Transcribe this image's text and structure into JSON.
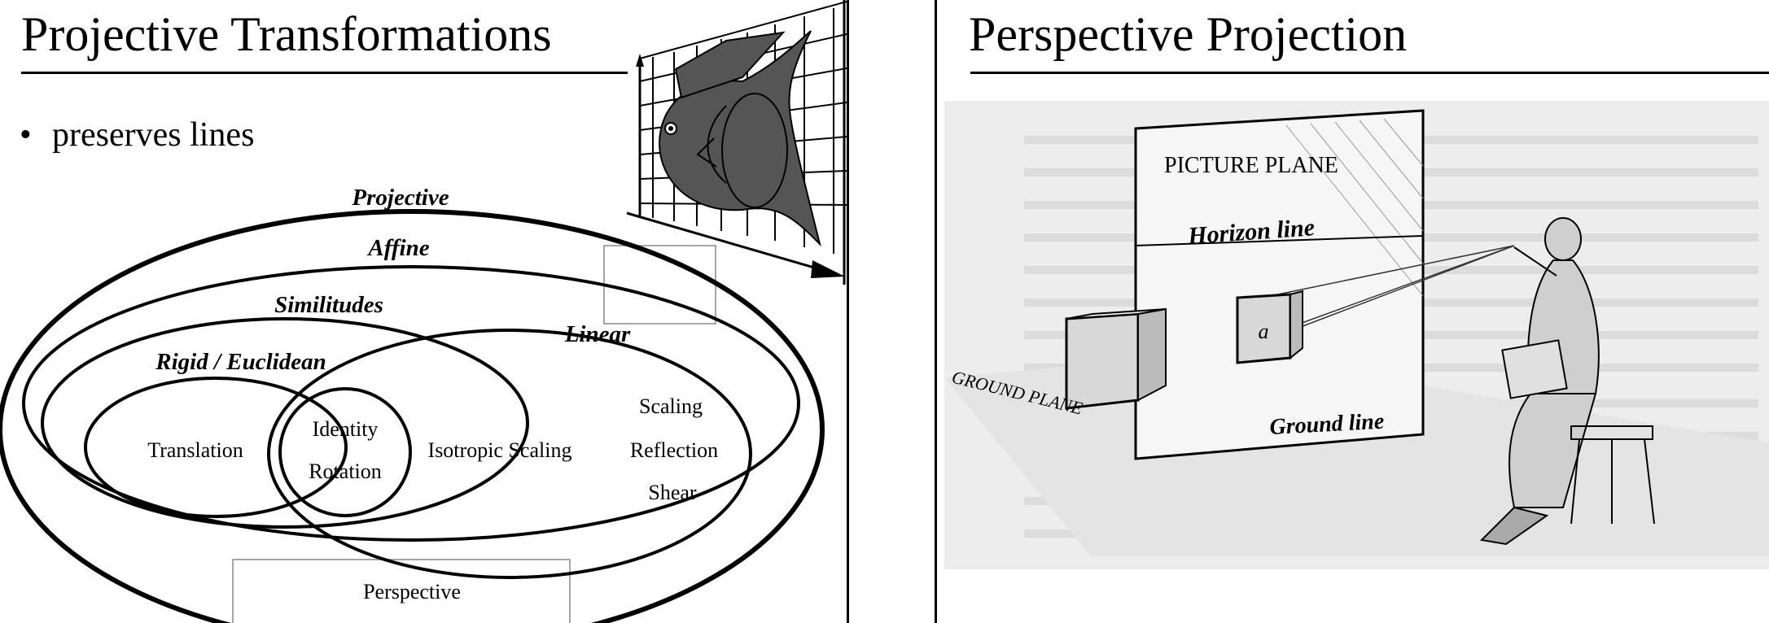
{
  "left_slide": {
    "title": "Projective Transformations",
    "bullet": "preserves lines",
    "bullet_marker": "•",
    "labels": {
      "projective": "Projective",
      "affine": "Affine",
      "similitudes": "Similitudes",
      "linear": "Linear",
      "rigid": "Rigid / Euclidean",
      "translation": "Translation",
      "identity": "Identity",
      "rotation": "Rotation",
      "isotropic_scaling": "Isotropic Scaling",
      "scaling": "Scaling",
      "reflection": "Reflection",
      "shear": "Shear",
      "perspective": "Perspective"
    },
    "fish_fill": "#555555"
  },
  "right_slide": {
    "title": "Perspective Projection",
    "illustration_labels": {
      "picture_plane": "PICTURE PLANE",
      "horizon_line": "Horizon line",
      "ground_plane": "GROUND PLANE",
      "ground_line": "Ground line",
      "point_a": "a"
    },
    "background_tint": "#ededed"
  }
}
